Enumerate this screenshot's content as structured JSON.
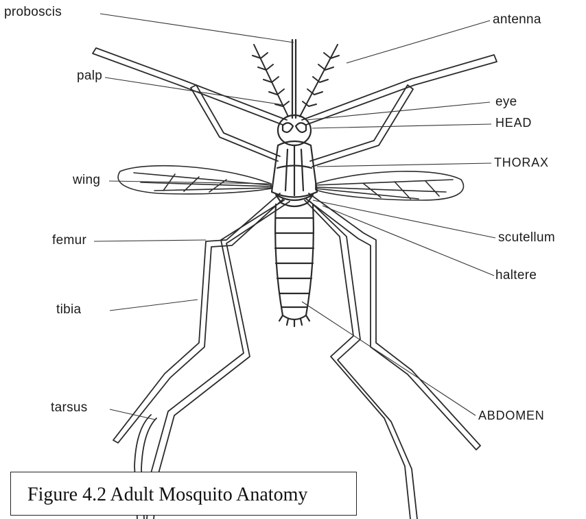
{
  "labels": {
    "proboscis": "proboscis",
    "antenna": "antenna",
    "palp": "palp",
    "eye": "eye",
    "head": "HEAD",
    "thorax": "THORAX",
    "wing": "wing",
    "femur": "femur",
    "scutellum": "scutellum",
    "haltere": "haltere",
    "tibia": "tibia",
    "tarsus": "tarsus",
    "abdomen": "ABDOMEN"
  },
  "caption": "Figure 4.2 Adult Mosquito Anatomy"
}
